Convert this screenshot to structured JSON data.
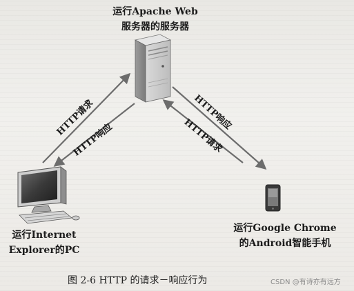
{
  "nodes": {
    "server": {
      "line1": "运行Apache Web",
      "line2": "服务器的服务器"
    },
    "pc": {
      "line1": "运行Internet",
      "line2": "Explorer的PC"
    },
    "phone": {
      "line1": "运行Google Chrome",
      "line2": "的Android智能手机"
    }
  },
  "arrows": {
    "pc_to_server_request": "HTTP请求",
    "server_to_pc_response": "HTTP响应",
    "server_to_phone_response": "HTTP响应",
    "phone_to_server_request": "HTTP请求"
  },
  "caption": "图 2-6   HTTP 的请求－响应行为",
  "watermark": "CSDN @有诗亦有远方",
  "colors": {
    "arrow": "#6c6c6c",
    "ink": "#1c1c1c"
  }
}
